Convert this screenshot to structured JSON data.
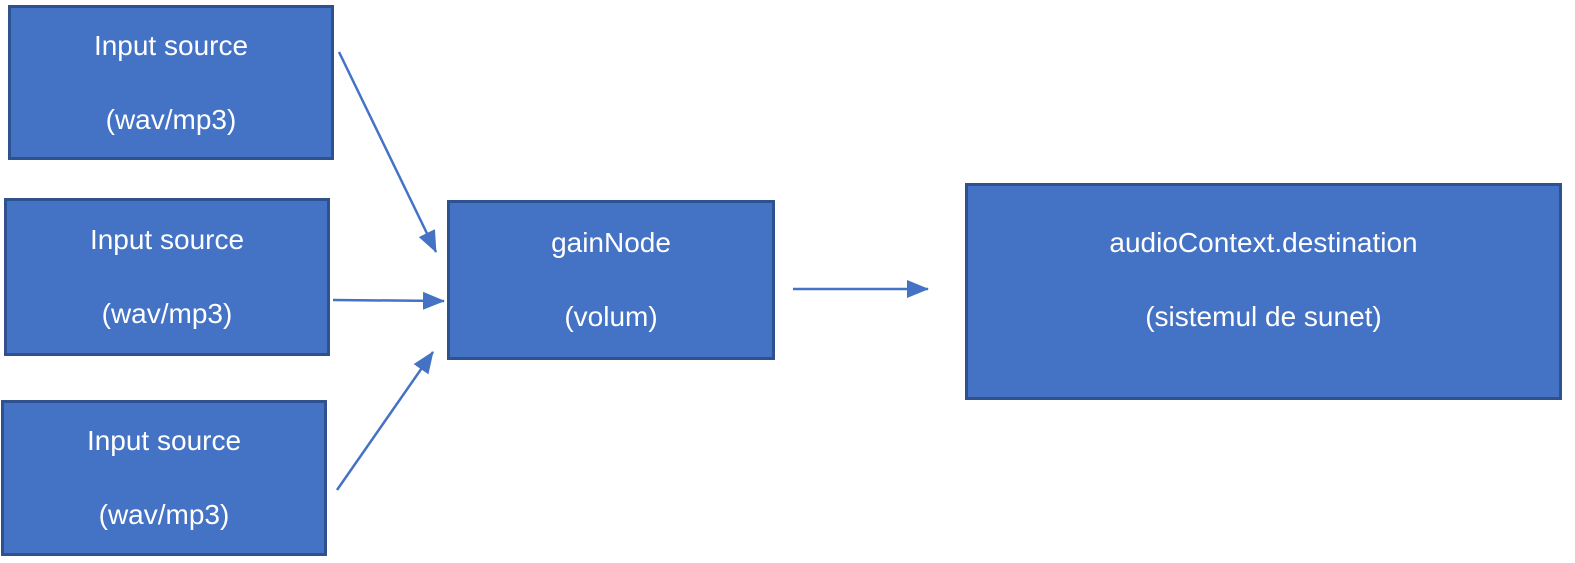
{
  "colors": {
    "canvas_bg": "#ffffff",
    "node_fill": "#4472C4",
    "node_border": "#2F528F",
    "node_text": "#FFFFFF",
    "arrow": "#4472C4"
  },
  "nodes": {
    "input1": {
      "line1": "Input source",
      "line2": "(wav/mp3)"
    },
    "input2": {
      "line1": "Input source",
      "line2": "(wav/mp3)"
    },
    "input3": {
      "line1": "Input source",
      "line2": "(wav/mp3)"
    },
    "gain": {
      "line1": "gainNode",
      "line2": "(volum)"
    },
    "destination": {
      "line1": "audioContext.destination",
      "line2": "(sistemul de sunet)"
    }
  },
  "edges": [
    {
      "from": "input1",
      "to": "gain"
    },
    {
      "from": "input2",
      "to": "gain"
    },
    {
      "from": "input3",
      "to": "gain"
    },
    {
      "from": "gain",
      "to": "destination"
    }
  ]
}
